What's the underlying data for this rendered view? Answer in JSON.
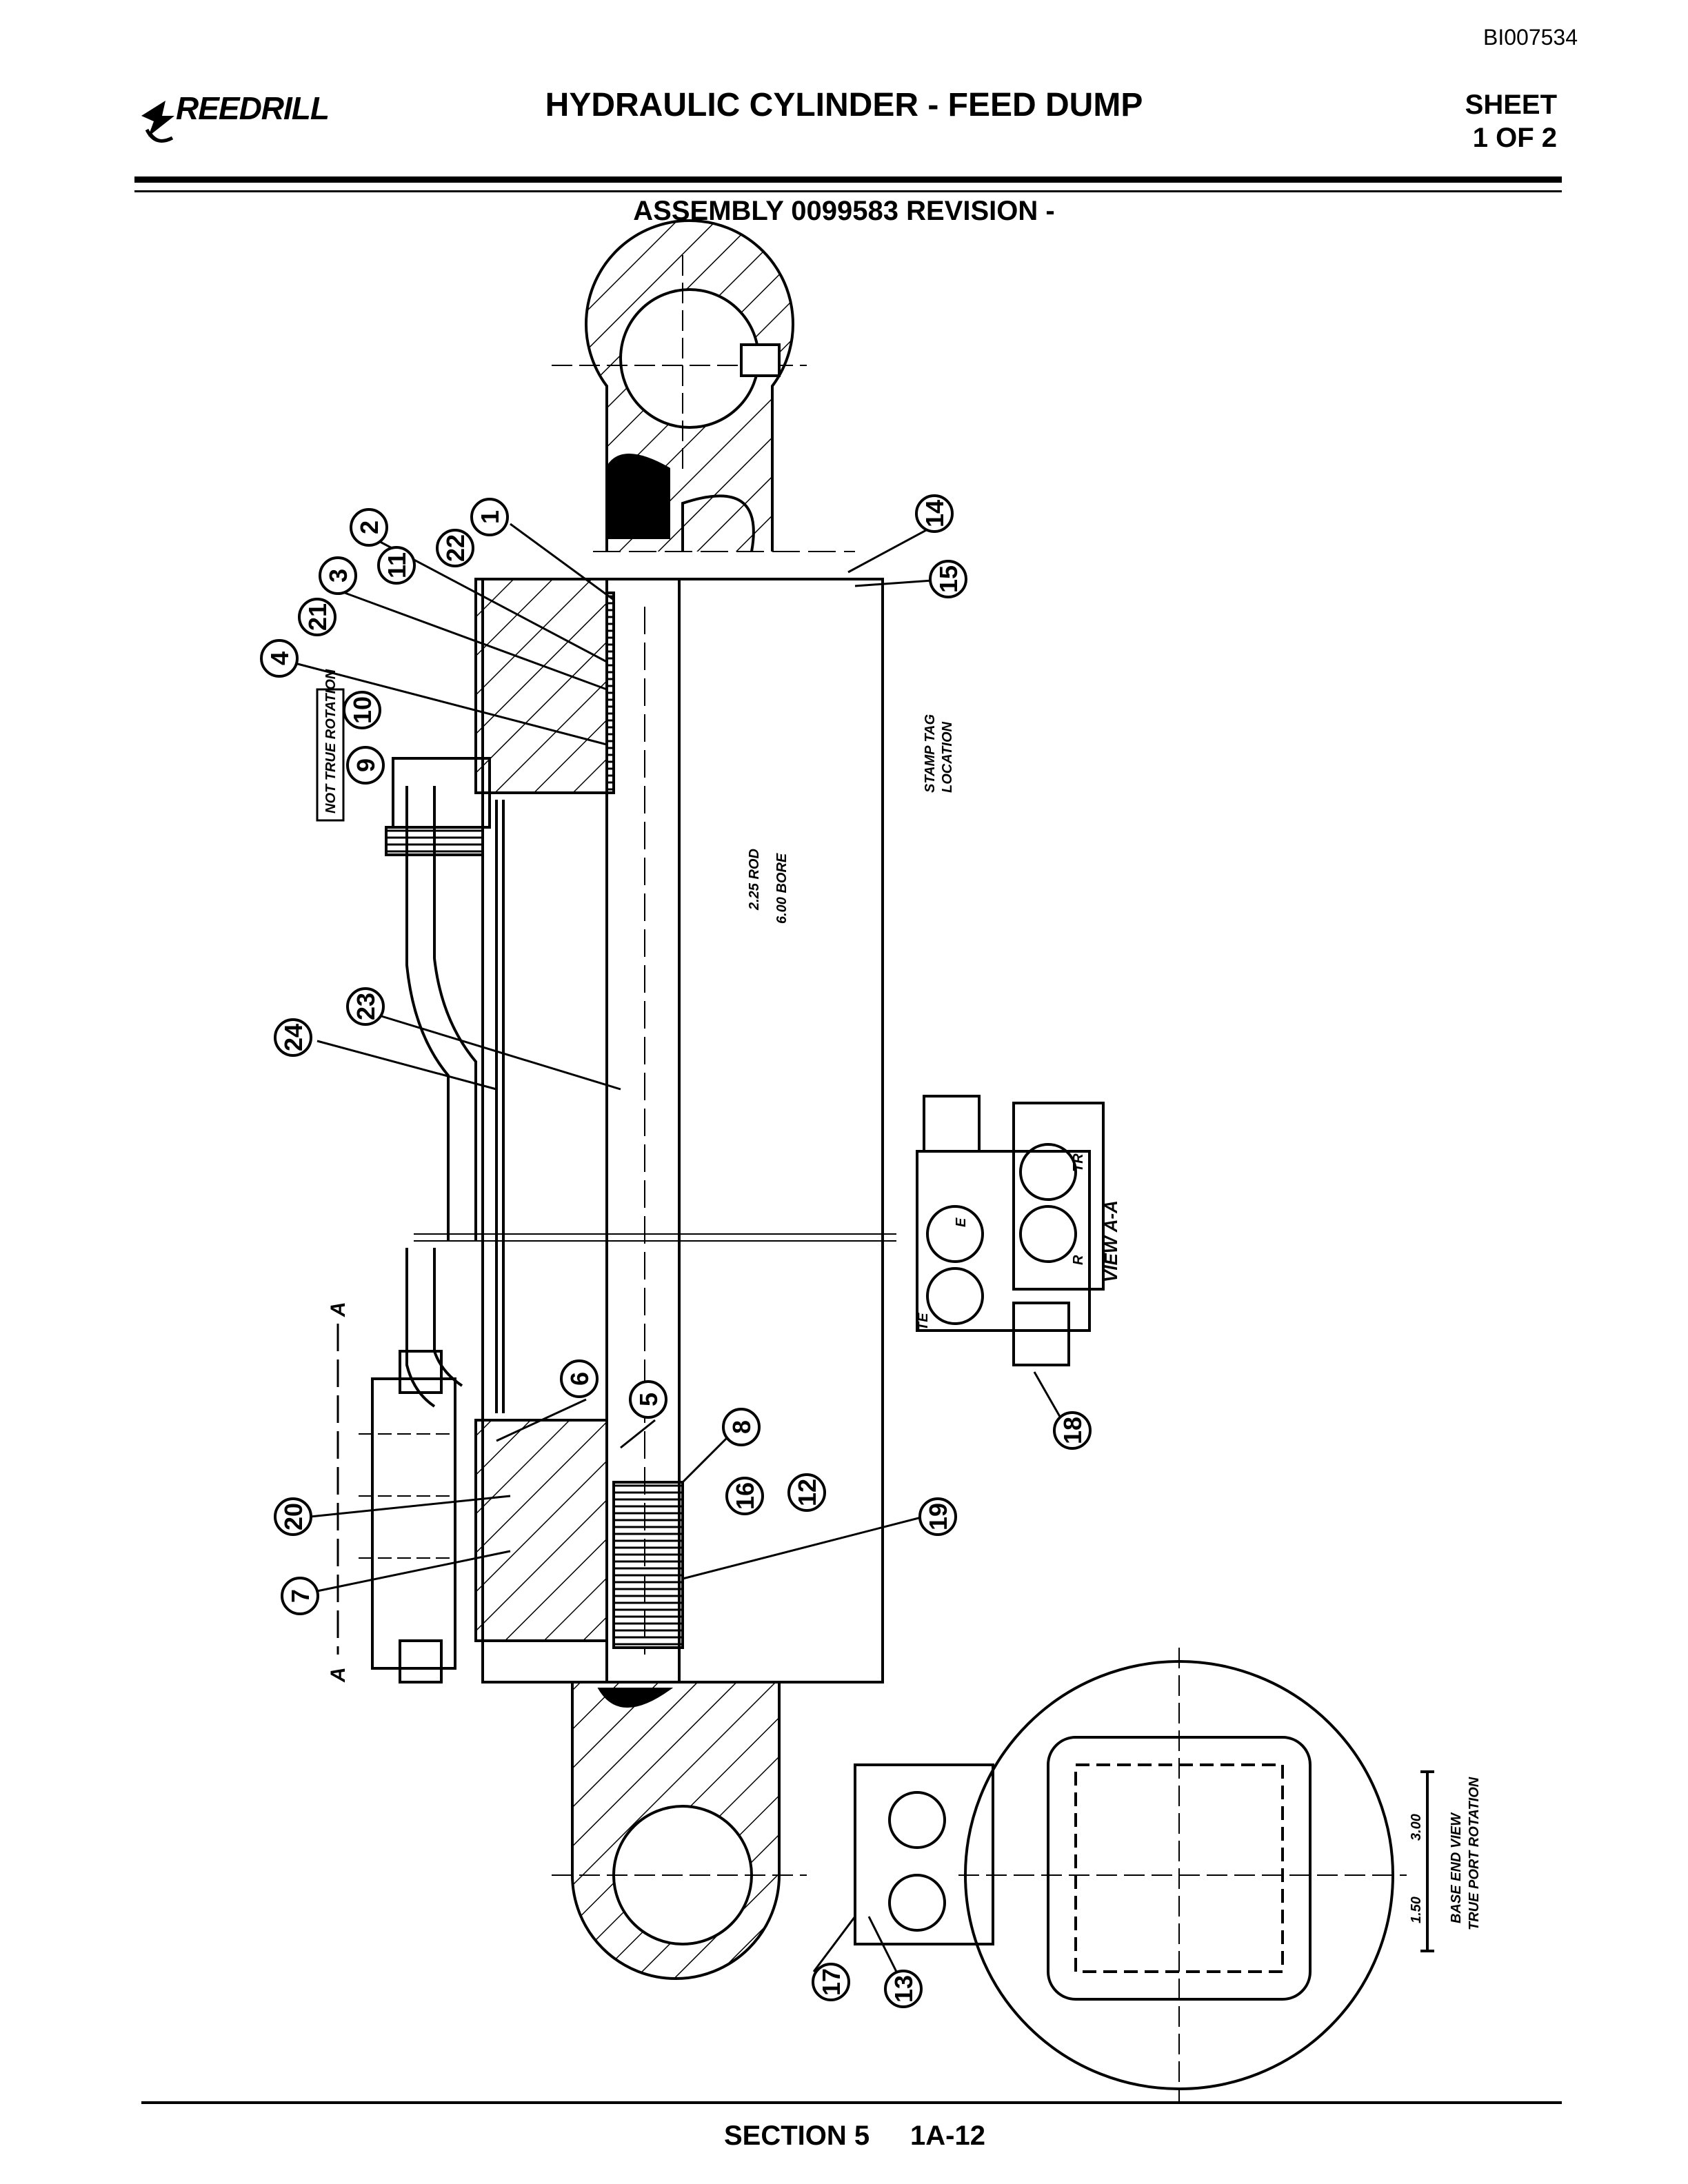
{
  "header": {
    "doc_id": "BI007534",
    "logo": "REEDRILL",
    "title": "HYDRAULIC CYLINDER - FEED DUMP",
    "sheet_line1": "SHEET",
    "sheet_line2": "1 OF 2",
    "subtitle": "ASSEMBLY 0099583 REVISION -"
  },
  "labels": {
    "not_true_rotation": "NOT TRUE ROTATION",
    "stamp_tag_1": "STAMP TAG",
    "stamp_tag_2": "LOCATION",
    "rod": "2.25 ROD",
    "bore": "6.00 BORE",
    "view_aa": "VIEW A-A",
    "section_a": "A",
    "port_te": "TE",
    "port_e": "E",
    "port_r": "R",
    "port_tr": "TR",
    "dim_300": "3.00",
    "dim_150": "1.50",
    "base_end_1": "BASE END VIEW",
    "base_end_2": "TRUE PORT ROTATION"
  },
  "callouts": [
    "1",
    "2",
    "3",
    "4",
    "5",
    "6",
    "7",
    "8",
    "9",
    "10",
    "11",
    "12",
    "13",
    "14",
    "15",
    "16",
    "17",
    "18",
    "19",
    "20",
    "21",
    "22",
    "23",
    "24"
  ],
  "footer": {
    "section": "SECTION 5",
    "page": "1A-12"
  }
}
